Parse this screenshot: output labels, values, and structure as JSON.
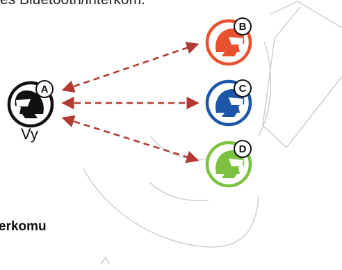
{
  "top_text": "es Bluetooth/interkom.",
  "you_label": "Vy",
  "heading": "erkomu",
  "riders": [
    {
      "id": "A",
      "role": "you",
      "color": "#111111"
    },
    {
      "id": "B",
      "role": "intercom-friend",
      "color": "#e8512f"
    },
    {
      "id": "C",
      "role": "intercom-friend",
      "color": "#1d56a8"
    },
    {
      "id": "D",
      "role": "intercom-friend",
      "color": "#7cc240"
    }
  ],
  "colors": {
    "arrow": "#b33a32",
    "sketch_lines": "#c8c8c8"
  }
}
